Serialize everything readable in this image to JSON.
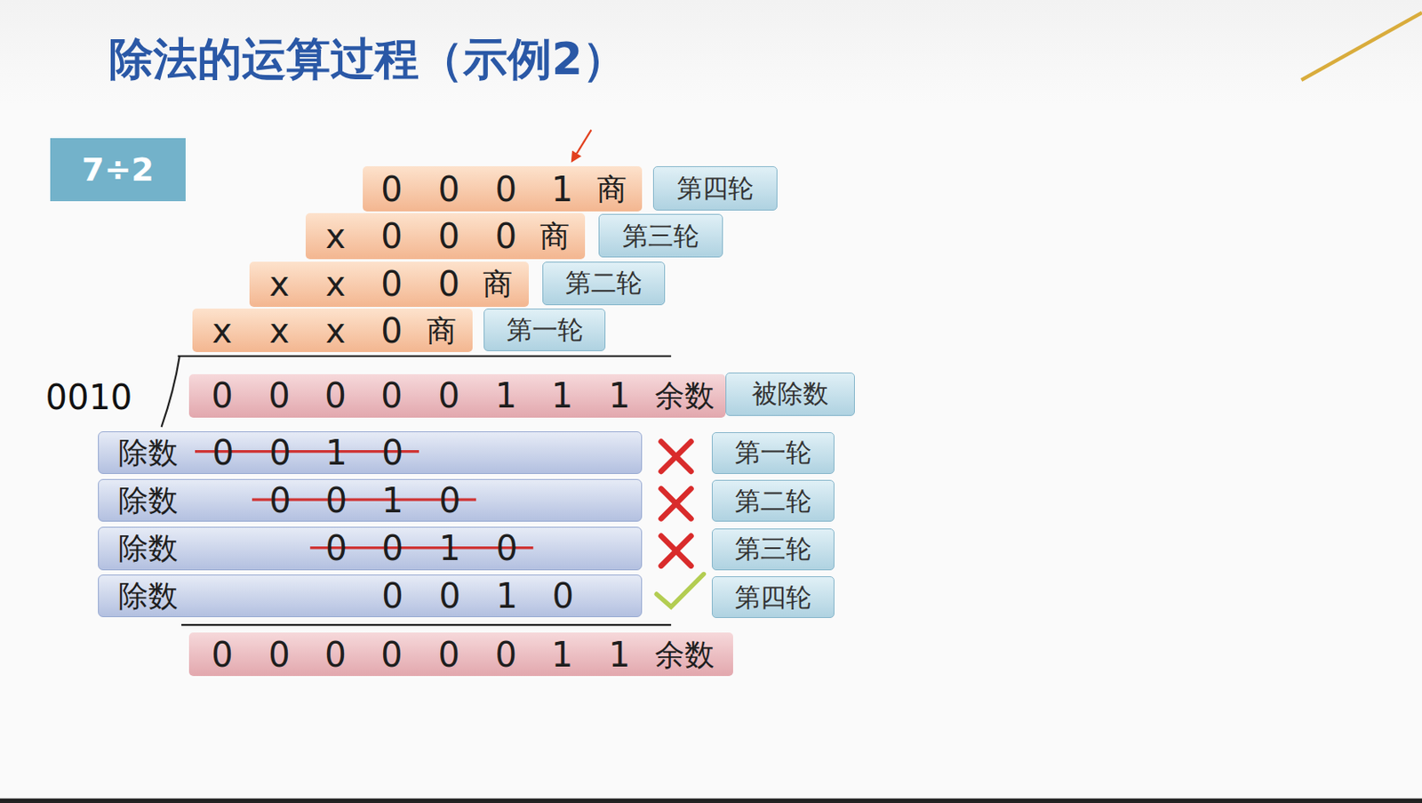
{
  "diagram": {
    "title": "除法的运算过程（示例2）",
    "nodes": [
      {
        "text": [
          "7÷2"
        ]
      },
      {
        "text": [
          "0",
          "0",
          "0",
          "1",
          "商"
        ]
      },
      {
        "text": [
          "第四轮"
        ]
      },
      {
        "text": [
          "x",
          "0",
          "0",
          "0",
          "商"
        ]
      },
      {
        "text": [
          "第三轮"
        ]
      },
      {
        "text": [
          "x",
          "x",
          "0",
          "0",
          "商"
        ]
      },
      {
        "text": [
          "第二轮"
        ]
      },
      {
        "text": [
          "x",
          "x",
          "x",
          "0",
          "商"
        ]
      },
      {
        "text": [
          "第一轮"
        ]
      },
      {
        "text": [
          "0",
          "0",
          "0",
          "0",
          "0",
          "1",
          "1",
          "1",
          "余数"
        ]
      },
      {
        "text": [
          "被除数"
        ]
      },
      {
        "text": [
          "除数",
          "0",
          "0",
          "1",
          "0"
        ]
      },
      {
        "text": [
          "第一轮"
        ]
      },
      {
        "text": [
          "除数",
          "0",
          "0",
          "1",
          "0"
        ]
      },
      {
        "text": [
          "第二轮"
        ]
      },
      {
        "text": [
          "除数",
          "0",
          "0",
          "1",
          "0"
        ]
      },
      {
        "text": [
          "第三轮"
        ]
      },
      {
        "text": [
          "除数",
          "0",
          "0",
          "1",
          "0"
        ]
      },
      {
        "text": [
          "第四轮"
        ]
      },
      {
        "text": [
          "0",
          "0",
          "0",
          "0",
          "0",
          "0",
          "1",
          "1",
          "余数"
        ]
      }
    ],
    "labels": [
      "0010"
    ]
  }
}
